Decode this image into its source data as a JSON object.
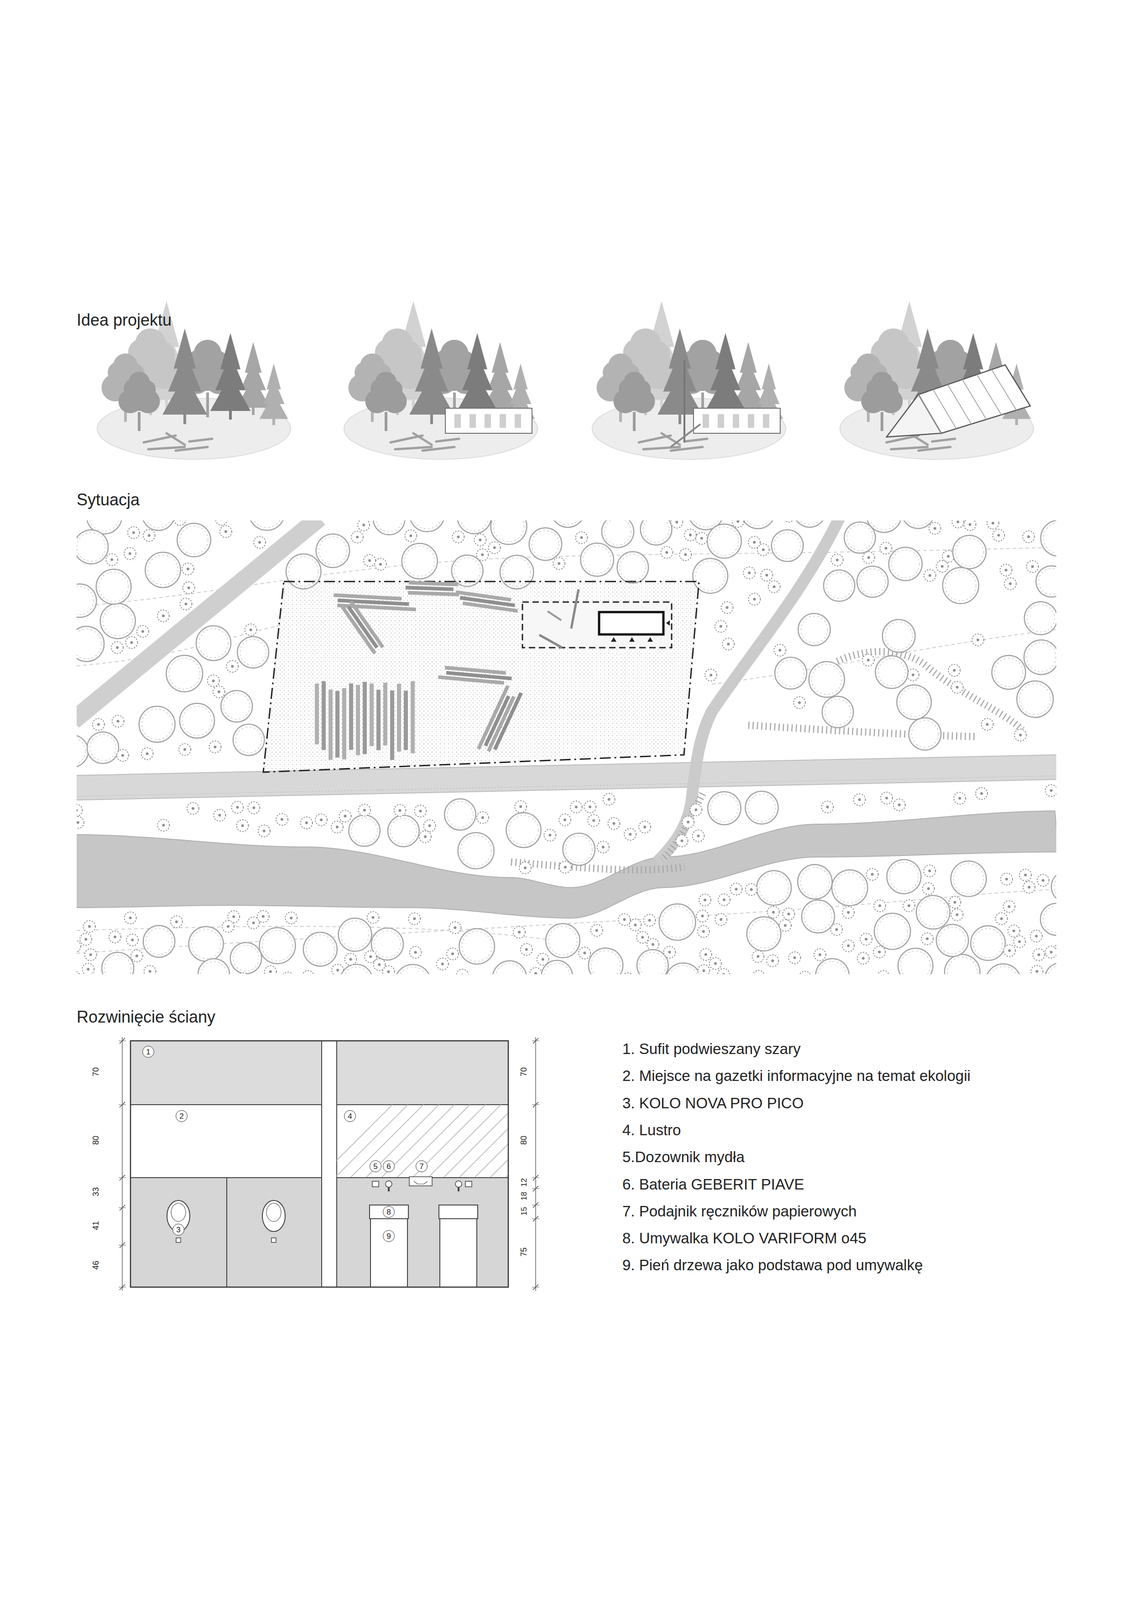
{
  "diagram": {
    "nodes": [
      {
        "text": [
          "1"
        ]
      },
      {
        "text": [
          "2"
        ]
      },
      {
        "text": [
          "3"
        ]
      },
      {
        "text": [
          "4"
        ]
      },
      {
        "text": [
          "5"
        ]
      },
      {
        "text": [
          "6"
        ]
      },
      {
        "text": [
          "7"
        ]
      },
      {
        "text": [
          "8"
        ]
      },
      {
        "text": [
          "9"
        ]
      }
    ],
    "labels": [
      "Idea projektu",
      "Sytuacja",
      "Rozwinięcie ściany",
      "70",
      "80",
      "33",
      "41",
      "46",
      "70",
      "80",
      "12",
      "18",
      "15",
      "75",
      "1. Sufit podwieszany szary",
      "2. Miejsce na gazetki informacyjne na temat ekologii",
      "3. KOLO NOVA PRO PICO",
      "4. Lustro",
      "5.Dozownik mydła",
      "6. Bateria GEBERIT PIAVE",
      "7. Podajnik ręczników papierowych",
      "8. Umywalka KOLO VARIFORM o45",
      "9. Pień drzewa jako podstawa pod umywalkę"
    ]
  }
}
